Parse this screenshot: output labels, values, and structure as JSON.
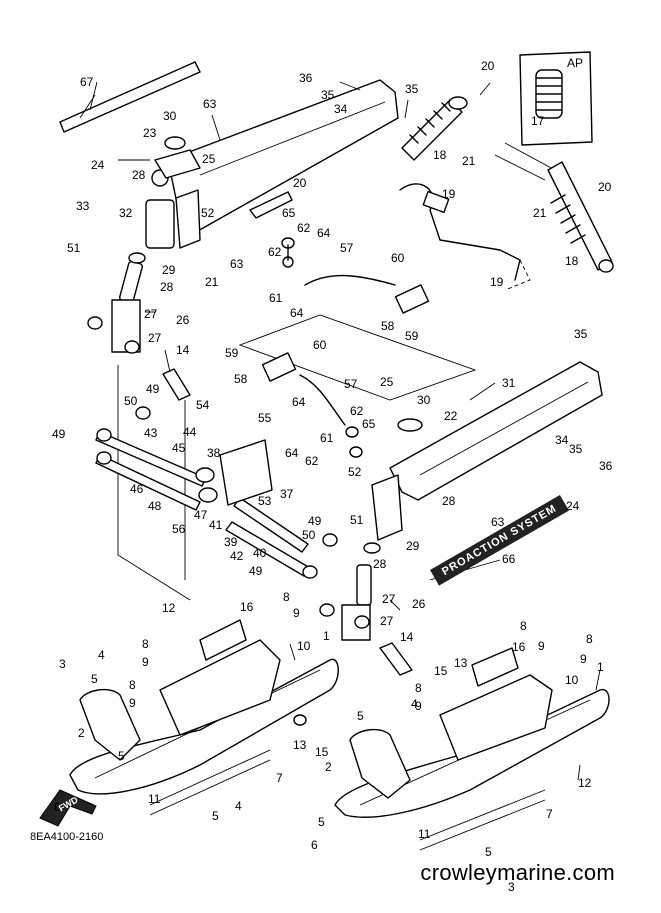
{
  "diagram": {
    "footer_code": "8EA4100-2160",
    "watermark": "crowleymarine.com",
    "inset_label": "AP",
    "fwd_label": "FWD",
    "decal_text": "PROACTION SYSTEM",
    "callouts": [
      "1",
      "2",
      "3",
      "4",
      "5",
      "6",
      "7",
      "8",
      "9",
      "10",
      "11",
      "12",
      "13",
      "14",
      "15",
      "16",
      "17",
      "18",
      "19",
      "20",
      "21",
      "22",
      "23",
      "24",
      "25",
      "26",
      "27",
      "28",
      "29",
      "30",
      "31",
      "32",
      "33",
      "34",
      "35",
      "36",
      "37",
      "38",
      "39",
      "40",
      "41",
      "42",
      "43",
      "44",
      "45",
      "46",
      "47",
      "48",
      "49",
      "50",
      "51",
      "52",
      "53",
      "54",
      "55",
      "56",
      "57",
      "58",
      "59",
      "60",
      "61",
      "62",
      "63",
      "64",
      "65",
      "66",
      "67"
    ]
  }
}
